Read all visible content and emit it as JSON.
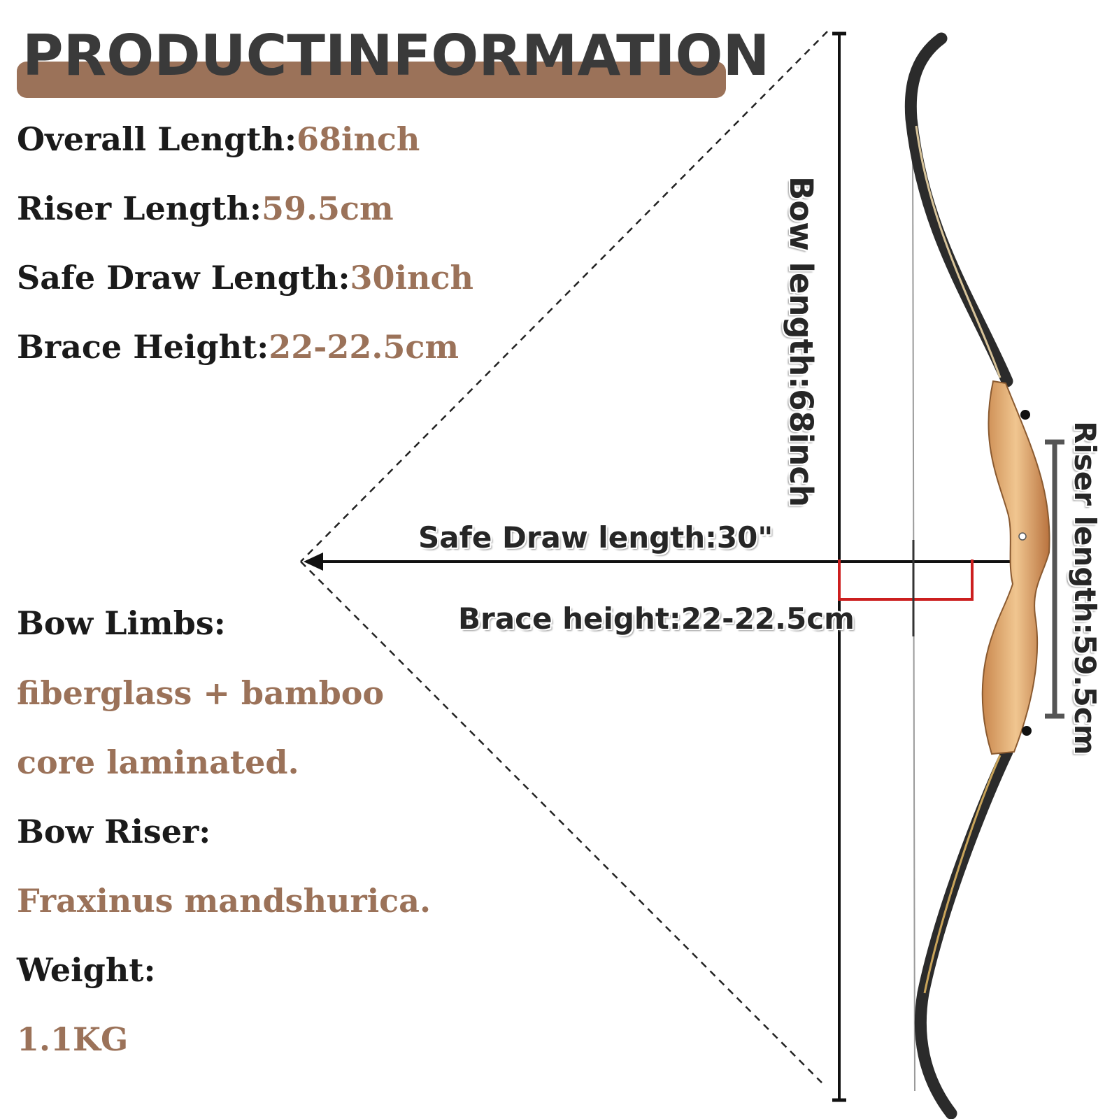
{
  "header": {
    "title": "PRODUCTINFORMATION"
  },
  "specs": [
    {
      "label": "Overall Length:",
      "value": "68inch"
    },
    {
      "label": "Riser Length:",
      "value": "59.5cm"
    },
    {
      "label": "Safe Draw Length:",
      "value": "30inch"
    },
    {
      "label": "Brace Height:",
      "value": "22-22.5cm"
    }
  ],
  "materials": {
    "limbs_label": "Bow Limbs:",
    "limbs_line1": "fiberglass + bamboo",
    "limbs_line2": "core laminated.",
    "riser_label": "Bow Riser:",
    "riser_value": "Fraxinus mandshurica.",
    "weight_label": "Weight:",
    "weight_value": "1.1KG"
  },
  "annotations": {
    "bow_length": "Bow length:68inch",
    "riser_length": "Riser length:59.5cm",
    "safe_draw": "Safe Draw length:30\"",
    "brace_height": "Brace height:22-22.5cm"
  },
  "colors": {
    "accent": "#9b7259",
    "text": "#1a1a1a",
    "brace_marker": "#cc1f1f",
    "wood": "#d9a066",
    "limb": "#2b2b2b"
  }
}
